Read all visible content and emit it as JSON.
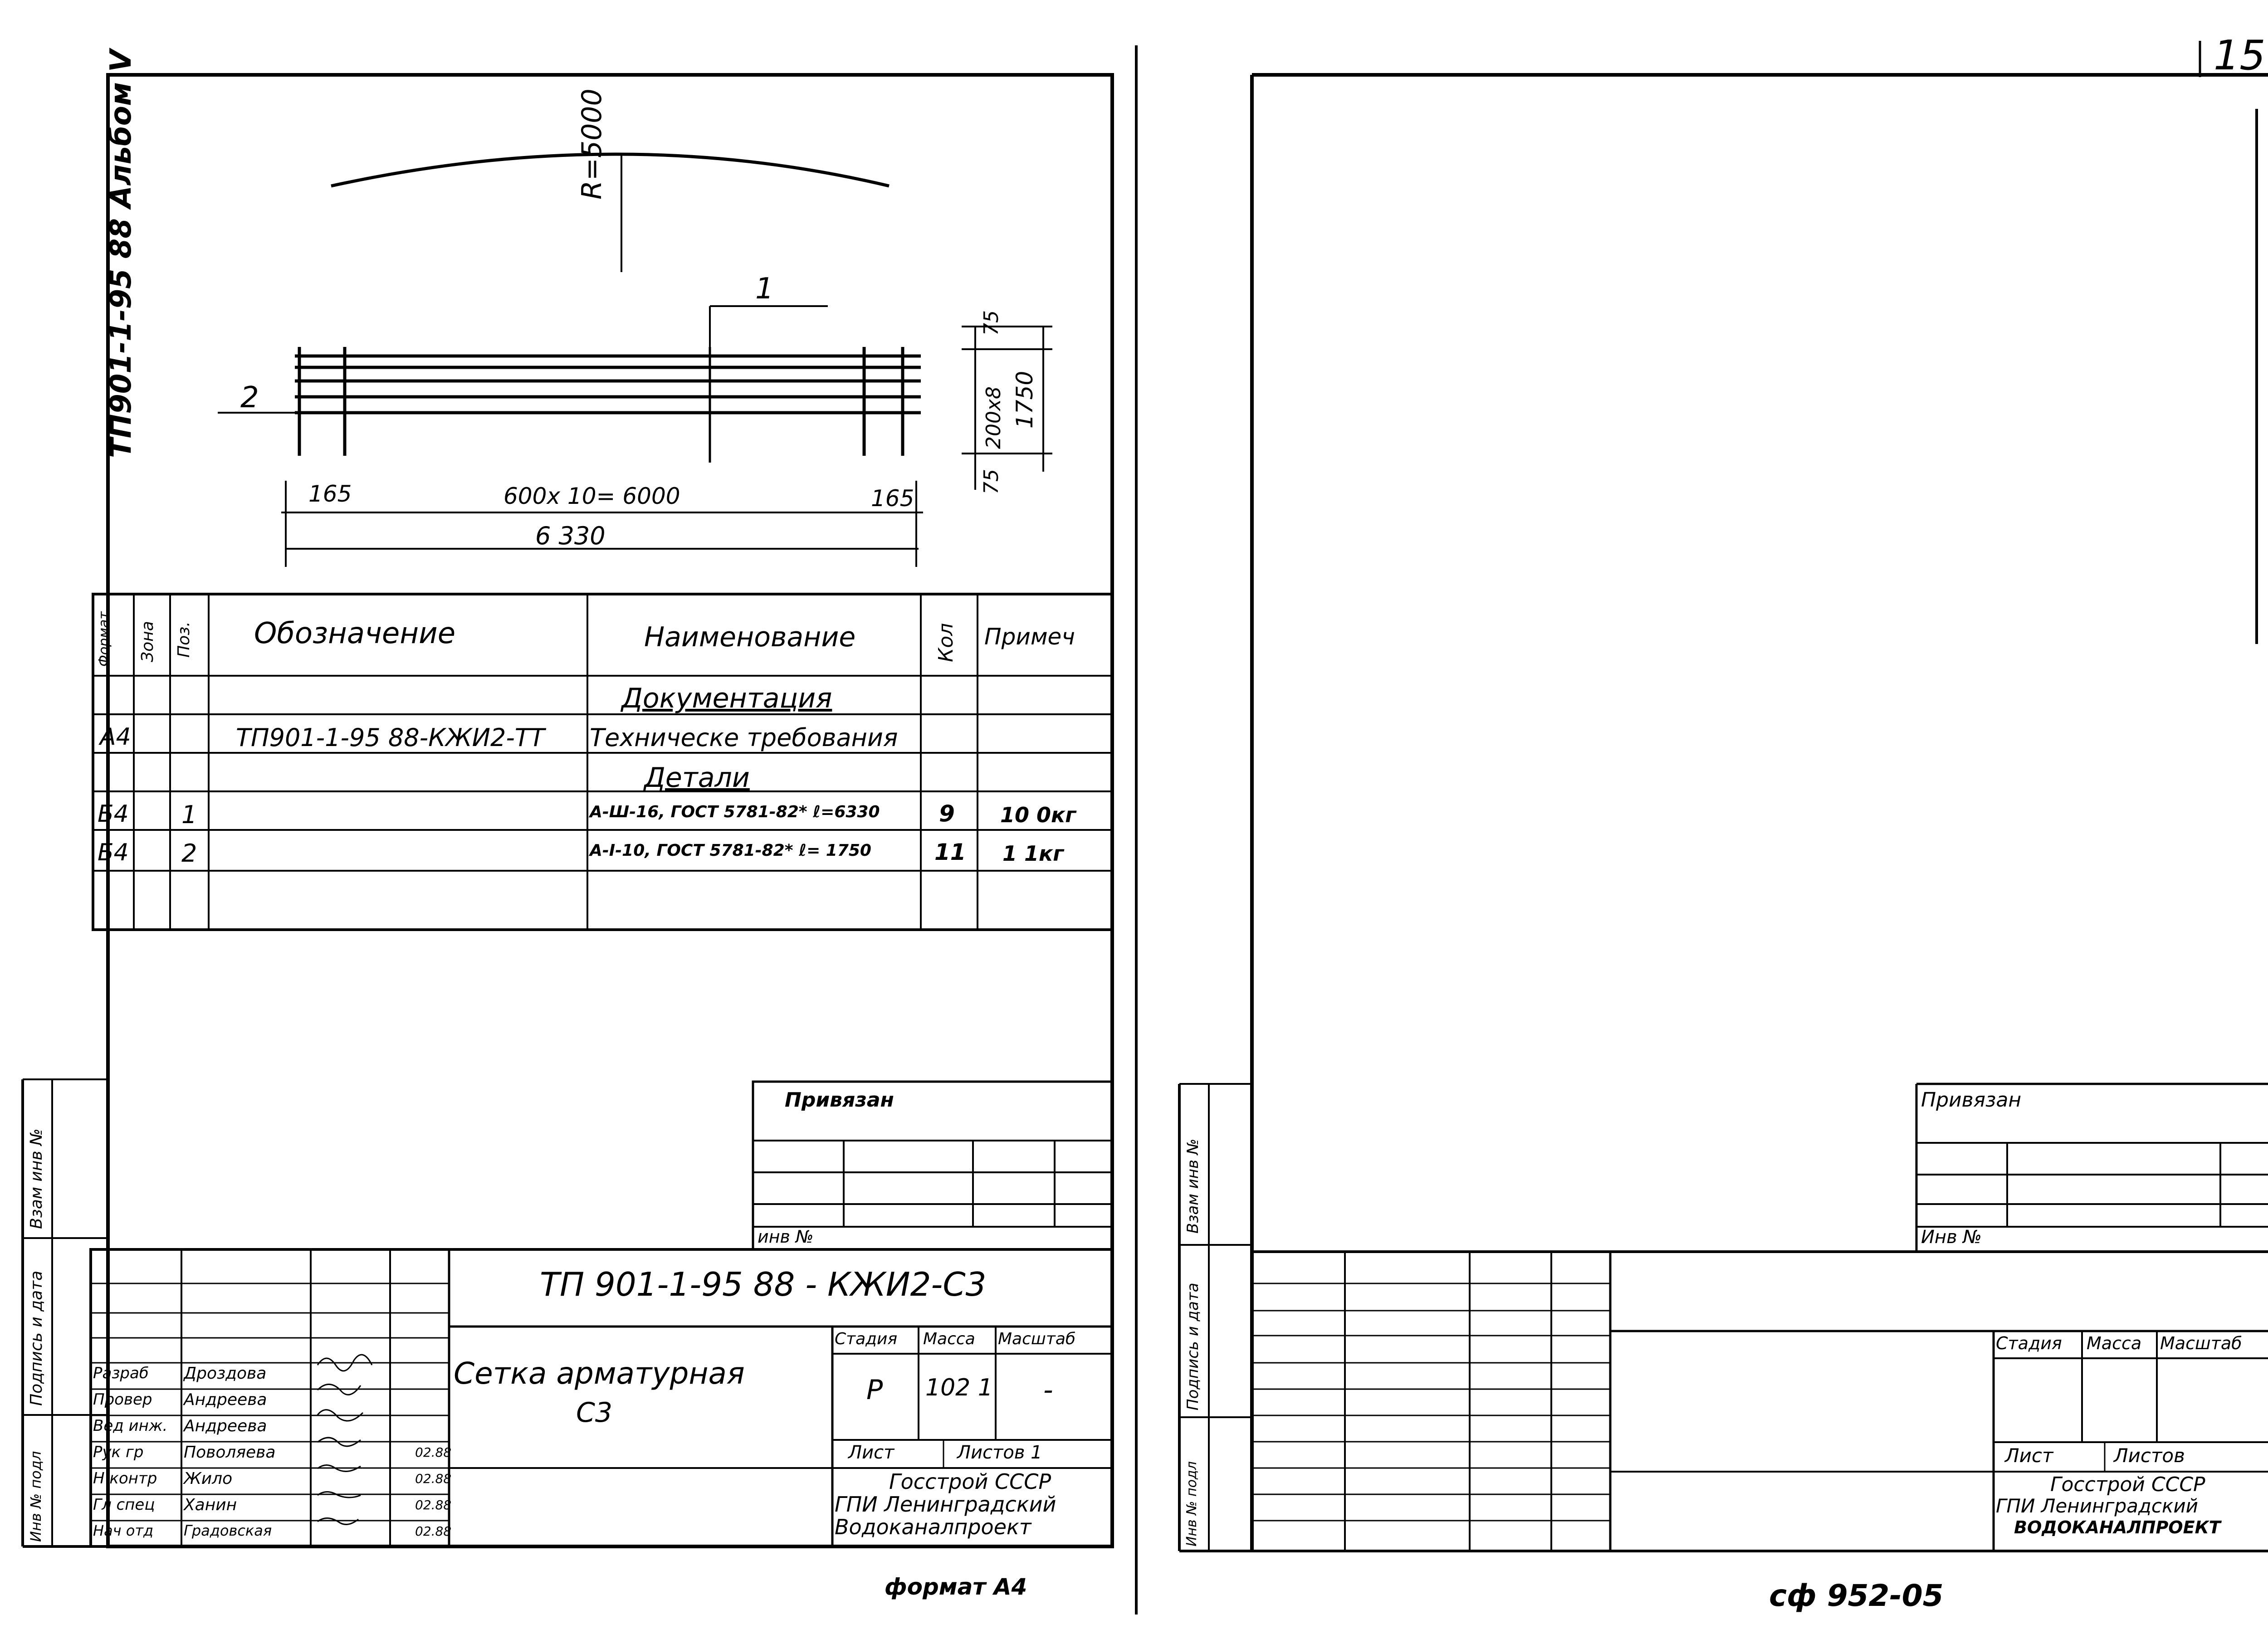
{
  "album_ref": "ТП901-1-95 88 Альбом V",
  "page_number": "15",
  "drawing": {
    "radius_label": "R=5000",
    "pos1_label": "1",
    "pos2_label": "2",
    "dim_spacing_x": "600x 10= 6000",
    "dim_end_left": "165",
    "dim_end_right": "165",
    "dim_total_length": "6 330",
    "dim_spacing_y": "200x8",
    "dim_total_width": "1750",
    "dim_offset_top": "75",
    "dim_offset_bottom": "75"
  },
  "spec_table": {
    "headers": {
      "format": "Формат",
      "zone": "Зона",
      "pos": "Поз.",
      "designation": "Обозначение",
      "name": "Наименование",
      "qty": "Кол",
      "note": "Примеч"
    },
    "section_documentation": "Документация",
    "row_doc": {
      "format": "А4",
      "designation": "ТП901-1-95 88-КЖИ2-ТТ",
      "name": "Техническе требования"
    },
    "section_details": "Детали",
    "row_1": {
      "format": "Б4",
      "pos": "1",
      "name": "А-Ш-16, ГОСТ 5781-82* ℓ=6330",
      "qty": "9",
      "note": "10 0кг"
    },
    "row_2": {
      "format": "Б4",
      "pos": "2",
      "name": "А-I-10, ГОСТ 5781-82* ℓ= 1750",
      "qty": "11",
      "note": "1 1кг"
    }
  },
  "left_sheet": {
    "privyazan": "Привязан",
    "inv_no": "инв №",
    "side_labels": [
      "Взам инв №",
      "Подпись и дата",
      "Инв № подл"
    ],
    "doc_code": "ТП 901-1-95 88 - КЖИ2-С3",
    "title_line1": "Сетка арматурная",
    "title_line2": "С3",
    "stage_hdr": "Стадия",
    "mass_hdr": "Масса",
    "scale_hdr": "Масштаб",
    "stage_val": "Р",
    "mass_val": "102 1",
    "scale_val": "-",
    "sheet_lbl": "Лист",
    "sheets_lbl": "Листов 1",
    "org_line1": "Госстрой СССР",
    "org_line2": "ГПИ Ленинградский",
    "org_line3": "Водоканалпроект",
    "roles": [
      "Разраб",
      "Провер",
      "Вед инж.",
      "Рук гр",
      "Н контр",
      "Гл спец",
      "Нач отд"
    ],
    "names": [
      "Дроздова",
      "Андреева",
      "Андреева",
      "Поволяева",
      "Жило",
      "Ханин",
      "Градовская"
    ],
    "dates": [
      "",
      "",
      "",
      "02.88",
      "02.88",
      "02.88",
      "02.88"
    ],
    "format_note": "формат А4"
  },
  "right_sheet": {
    "privyazan": "Привязан",
    "inv_no": "Инв №",
    "side_labels": [
      "Взам инв №",
      "Подпись и дата",
      "Инв № подл"
    ],
    "stage_hdr": "Стадия",
    "mass_hdr": "Масса",
    "scale_hdr": "Масштаб",
    "sheet_lbl": "Лист",
    "sheets_lbl": "Листов",
    "org_line1": "Госстрой СССР",
    "org_line2": "ГПИ Ленинградский",
    "org_line3": "ВОДОКАНАЛПРОЕКТ",
    "bottom_code": "сф 952-05"
  }
}
